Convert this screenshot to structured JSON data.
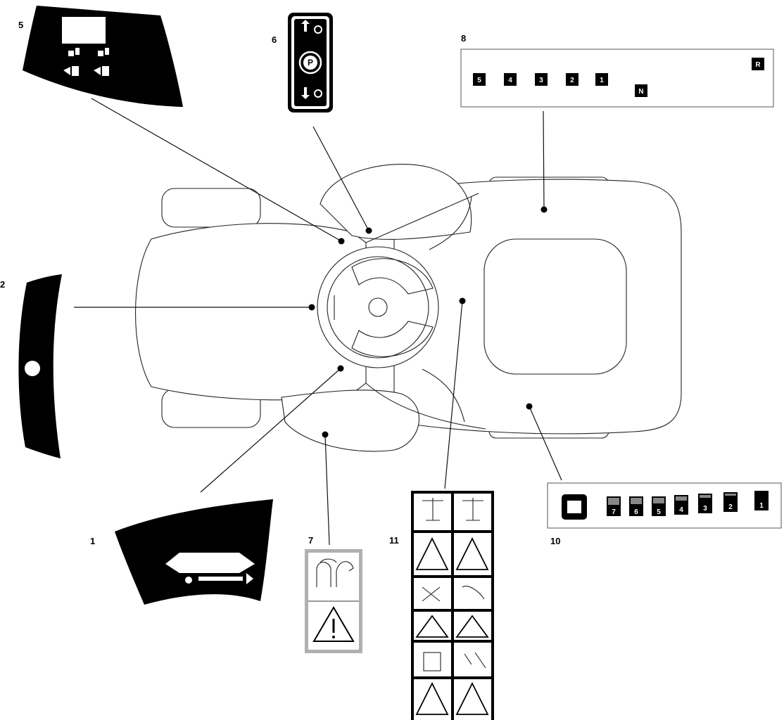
{
  "callouts": {
    "c1": "1",
    "c2": "2",
    "c5": "5",
    "c6": "6",
    "c7": "7",
    "c8": "8",
    "c10": "10",
    "c11": "11"
  },
  "decal6": {
    "park_symbol": "P"
  },
  "decal8": {
    "gears": [
      "5",
      "4",
      "3",
      "2",
      "1"
    ],
    "neutral": "N",
    "reverse": "R"
  },
  "decal10": {
    "speeds": [
      "7",
      "6",
      "5",
      "4",
      "3",
      "2",
      "1"
    ]
  },
  "colors": {
    "ink": "#000000",
    "paper": "#ffffff",
    "grey_frame": "#b0b0b0"
  }
}
